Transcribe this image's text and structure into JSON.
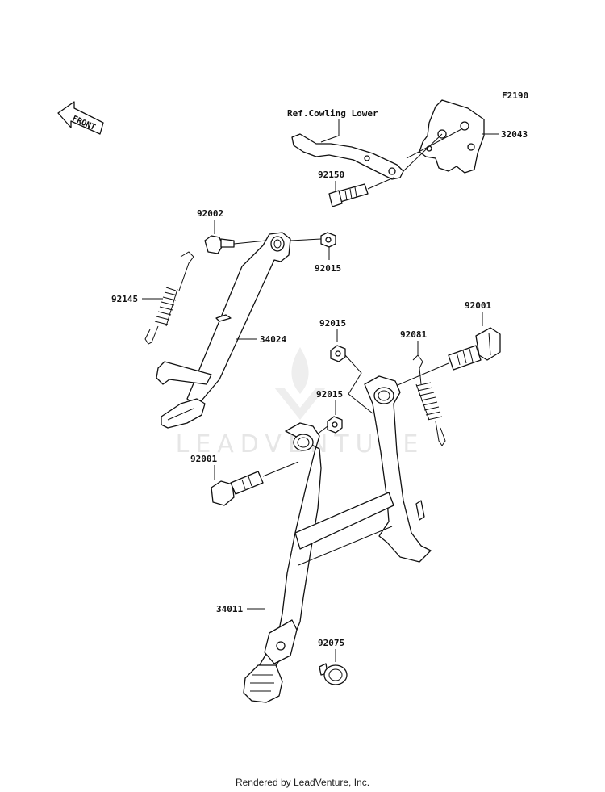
{
  "figure_code": "F2190",
  "front_label": "FRONT",
  "reference_label": "Ref.Cowling Lower",
  "watermark": "LEADVENTURE",
  "parts": [
    {
      "id": "p-32043",
      "number": "32043"
    },
    {
      "id": "p-92150",
      "number": "92150"
    },
    {
      "id": "p-92002",
      "number": "92002"
    },
    {
      "id": "p-92015-top",
      "number": "92015"
    },
    {
      "id": "p-92145",
      "number": "92145"
    },
    {
      "id": "p-34024",
      "number": "34024"
    },
    {
      "id": "p-92015-mid",
      "number": "92015"
    },
    {
      "id": "p-92015-low",
      "number": "92015"
    },
    {
      "id": "p-92001-right",
      "number": "92001"
    },
    {
      "id": "p-92081",
      "number": "92081"
    },
    {
      "id": "p-92001-left",
      "number": "92001"
    },
    {
      "id": "p-34011",
      "number": "34011"
    },
    {
      "id": "p-92075",
      "number": "92075"
    }
  ],
  "footer": "Rendered by LeadVenture, Inc."
}
